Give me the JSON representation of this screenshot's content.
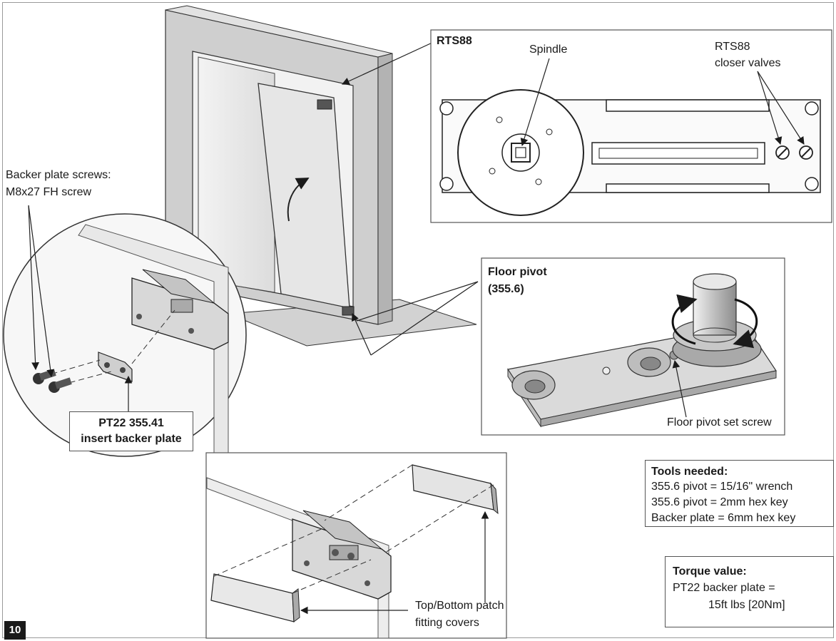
{
  "page_number": "10",
  "labels": {
    "rts88_title": "RTS88",
    "spindle": "Spindle",
    "closer_valves_line1": "RTS88",
    "closer_valves_line2": "closer valves",
    "backer_screws_line1": "Backer plate screws:",
    "backer_screws_line2": "M8x27 FH screw",
    "floor_pivot_line1": "Floor pivot",
    "floor_pivot_line2": "(355.6)",
    "floor_pivot_set_screw": "Floor pivot set screw",
    "backer_plate_line1": "PT22 355.41",
    "backer_plate_line2": "insert backer plate",
    "covers_line1": "Top/Bottom patch",
    "covers_line2": "fitting covers"
  },
  "tools": {
    "title": "Tools needed:",
    "items": [
      "355.6 pivot = 15/16\" wrench",
      "355.6 pivot = 2mm hex key",
      "Backer plate = 6mm hex key"
    ]
  },
  "torque": {
    "title": "Torque value:",
    "line1": "PT22 backer plate =",
    "line2": "15ft lbs [20Nm]"
  },
  "colors": {
    "frame": "#c9c9c9",
    "frame_dark": "#9e9e9e",
    "glass": "#ececec",
    "line": "#222222"
  }
}
